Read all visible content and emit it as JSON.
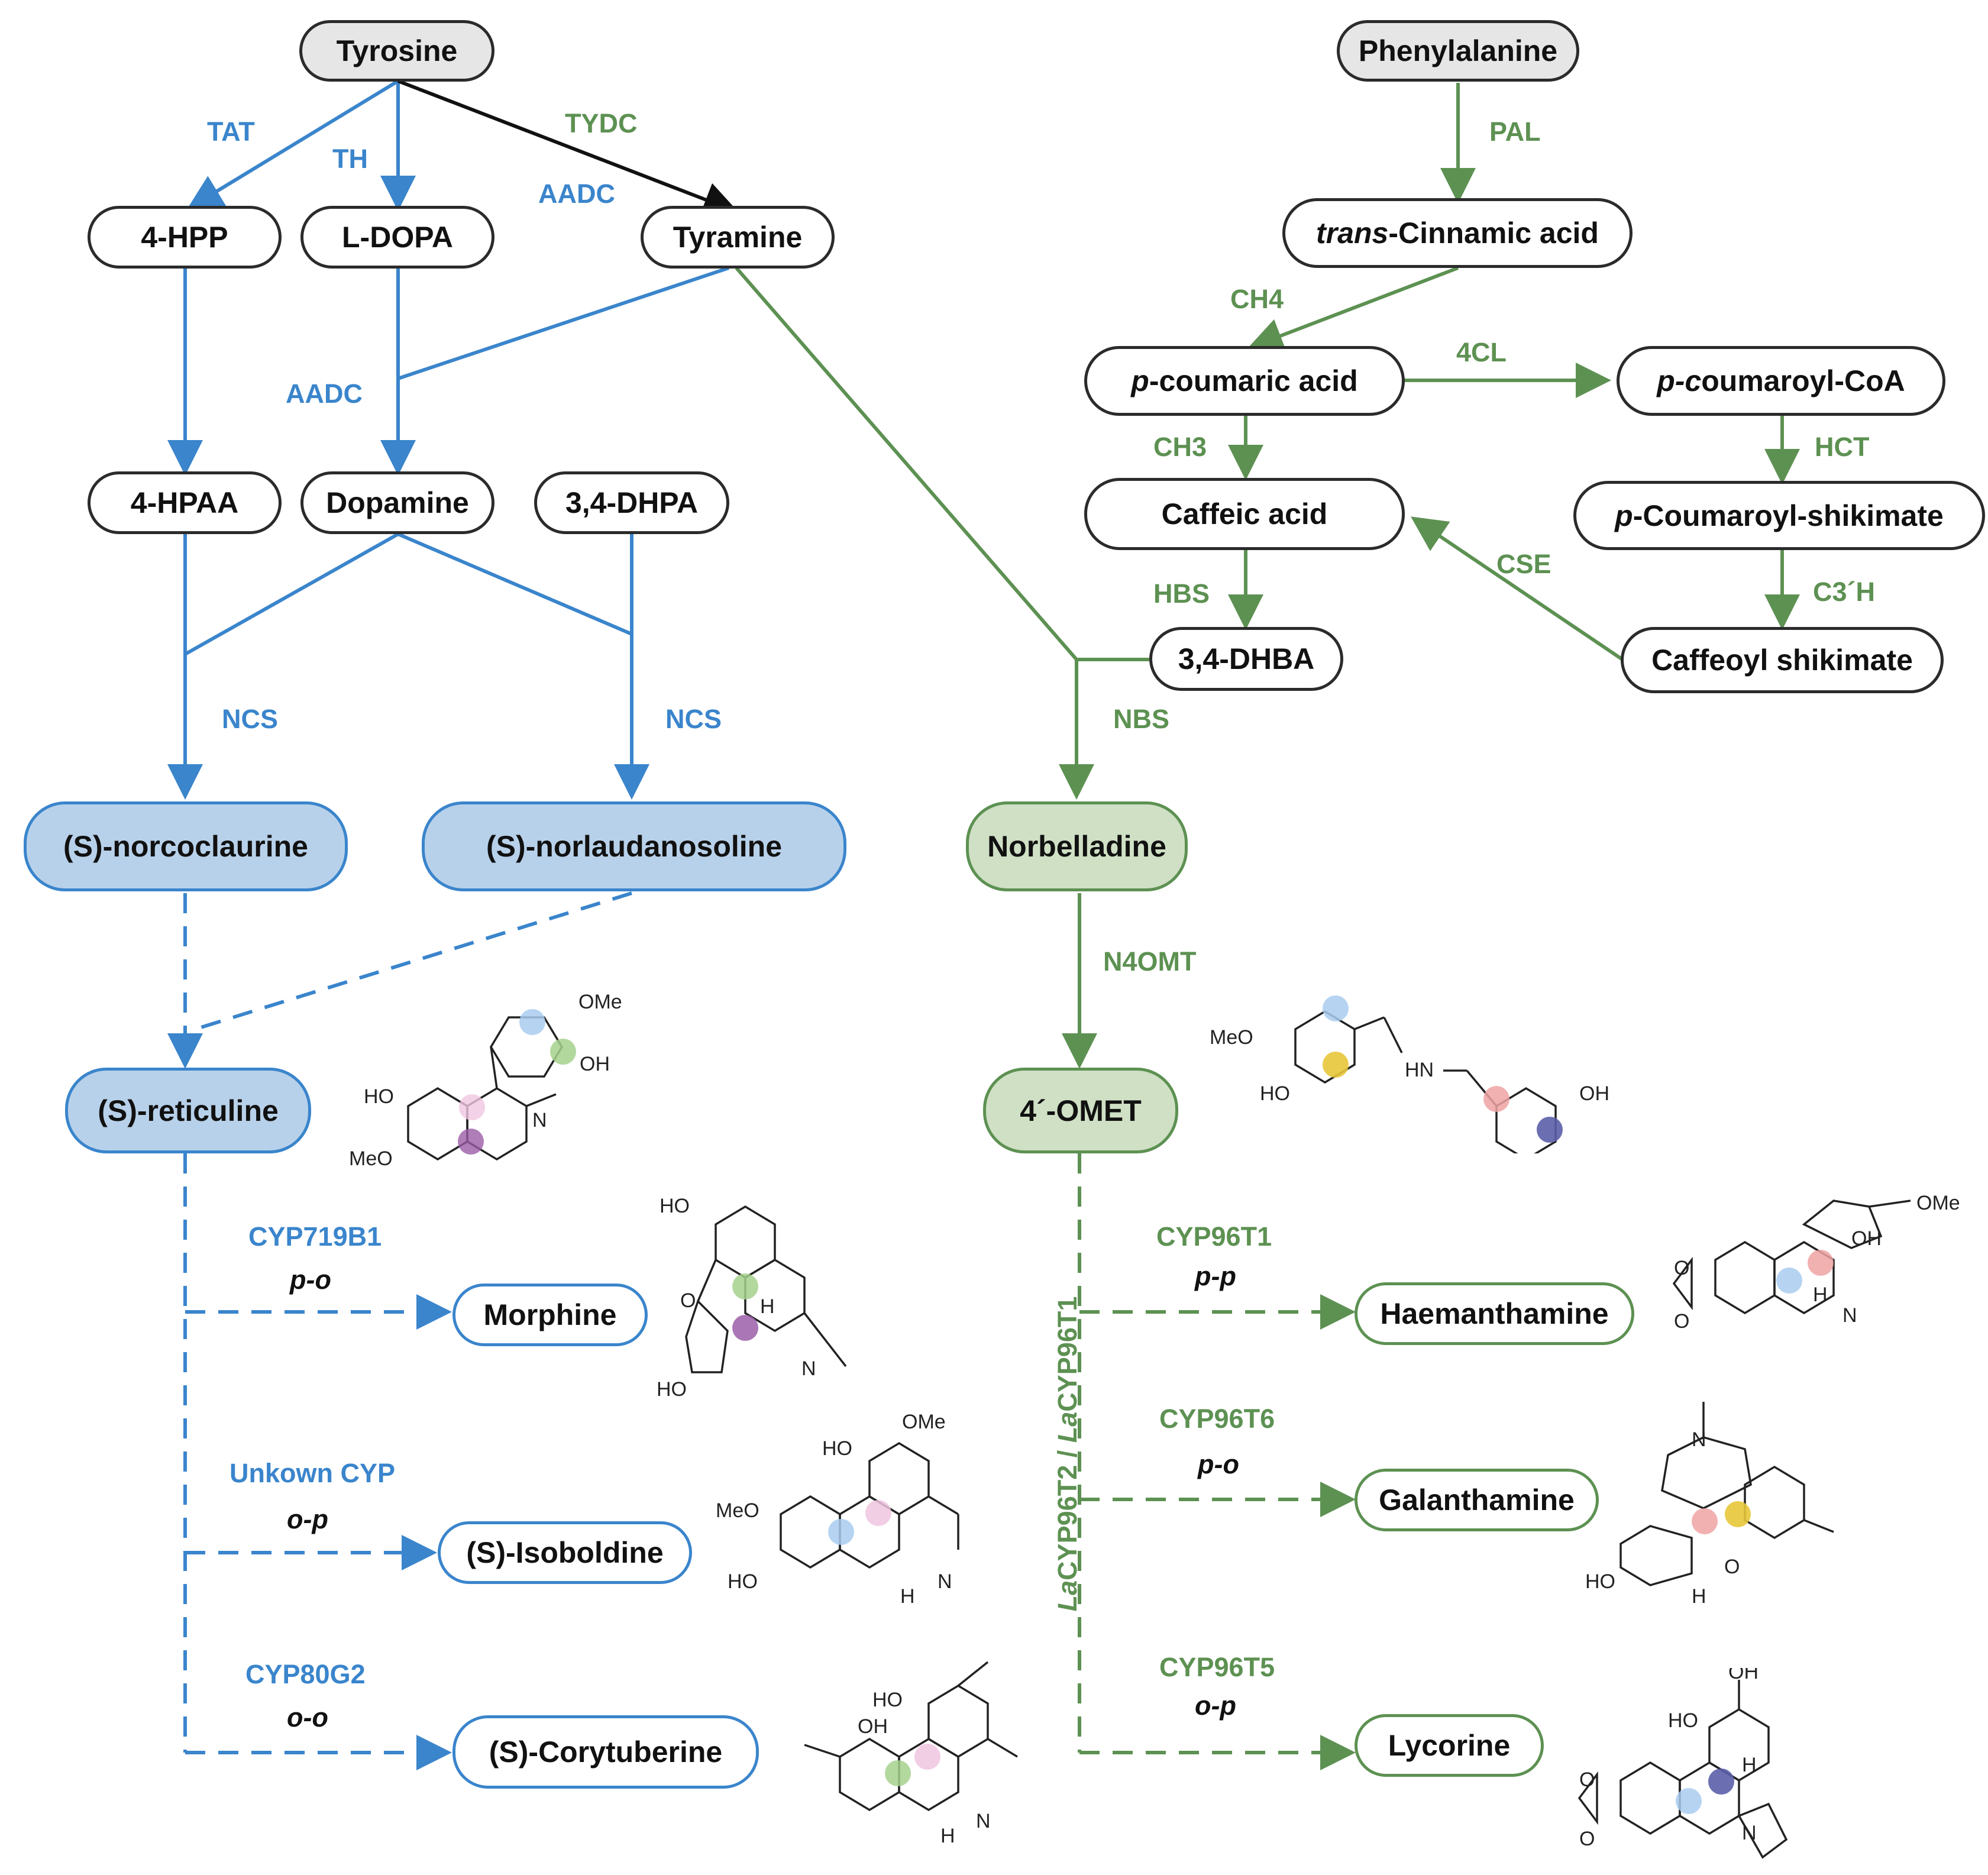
{
  "nodes": {
    "tyrosine": "Tyrosine",
    "phenylalanine": "Phenylalanine",
    "hpp": "4-HPP",
    "ldopa": "L-DOPA",
    "tyramine": "Tyramine",
    "trans_cinnamic_italic": "trans",
    "trans_cinnamic_rest": "-Cinnamic acid",
    "p_coumaric_italic": "p",
    "p_coumaric_rest": "-coumaric acid",
    "p_coumaroyl_coa_italic": "p-c",
    "p_coumaroyl_coa_rest": "oumaroyl-CoA",
    "hpaa": "4-HPAA",
    "dopamine": "Dopamine",
    "dhpa": "3,4-DHPA",
    "caffeic": "Caffeic acid",
    "p_coumaroyl_shikimate_italic": "p",
    "p_coumaroyl_shikimate_rest": "-Coumaroyl-shikimate",
    "dhba": "3,4-DHBA",
    "caffeoyl_shikimate": "Caffeoyl shikimate",
    "norcoclaurine": "(S)-norcoclaurine",
    "norlaudanosoline": "(S)-norlaudanosoline",
    "norbelladine": "Norbelladine",
    "reticuline": "(S)-reticuline",
    "omet": "4´-OMET",
    "morphine": "Morphine",
    "isoboldine": "(S)-Isoboldine",
    "corytuberine": "(S)-Corytuberine",
    "haemanthamine": "Haemanthamine",
    "galanthamine": "Galanthamine",
    "lycorine": "Lycorine"
  },
  "enzymes": {
    "tat": "TAT",
    "th": "TH",
    "tydc": "TYDC",
    "aadc_top": "AADC",
    "aadc_mid": "AADC",
    "pal": "PAL",
    "ch4": "CH4",
    "cl4": "4CL",
    "ch3": "CH3",
    "hct": "HCT",
    "cse": "CSE",
    "hbs": "HBS",
    "c3h": "C3´H",
    "ncs_left": "NCS",
    "ncs_right": "NCS",
    "nbs": "NBS",
    "n4omt": "N4OMT",
    "cyp719b1": "CYP719B1",
    "unknown_cyp": "Unkown CYP",
    "cyp80g2": "CYP80G2",
    "cyp96t1": "CYP96T1",
    "cyp96t6": "CYP96T6",
    "cyp96t5": "CYP96T5"
  },
  "couplings": {
    "morphine": "p-o",
    "isoboldine": "o-p",
    "corytuberine": "o-o",
    "haemanthamine": "p-p",
    "galanthamine": "p-o",
    "lycorine": "o-p"
  },
  "vertical_label": {
    "la1": "La",
    "part1": "CYP96T2 / ",
    "la2": "La",
    "part2": "CYP96T1"
  },
  "structure_labels": {
    "ome": "OMe",
    "oh": "OH",
    "ho": "HO",
    "meo": "MeO",
    "n": "N",
    "hn": "HN",
    "h": "H",
    "o": "O"
  },
  "colors": {
    "blue": "#3a85cc",
    "green": "#5d9152",
    "black": "#111111",
    "blue_fill": "#b8d1ea",
    "green_fill": "#cfe0c5",
    "grey_fill": "#e6e6e6",
    "dot_light_blue": "#a9cdf0",
    "dot_green": "#a6d18d",
    "dot_pink": "#f0c6e0",
    "dot_purple": "#9b5ea8",
    "dot_yellow": "#e8c63a",
    "dot_red": "#f0a3a3",
    "dot_navy": "#5b5ea8"
  }
}
